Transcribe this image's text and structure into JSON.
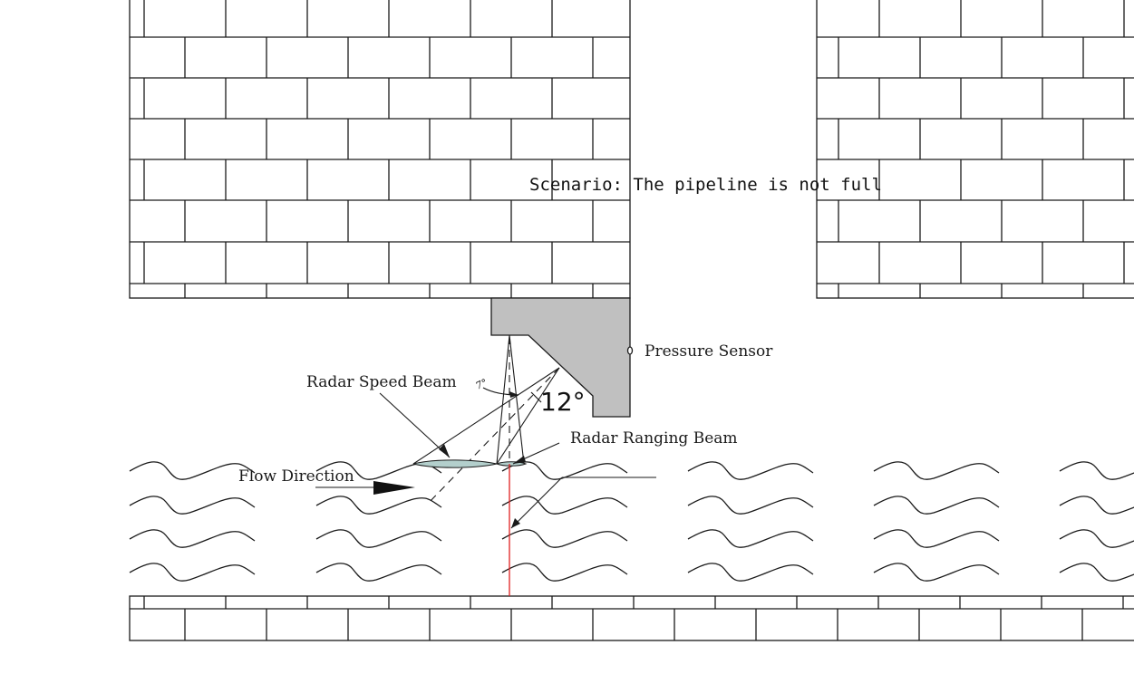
{
  "title": "Scenario: The pipeline is not full",
  "labels": {
    "pressure_sensor": "Pressure Sensor",
    "radar_speed_beam": "Radar Speed Beam",
    "radar_ranging_beam": "Radar Ranging Beam",
    "flow_direction": "Flow Direction",
    "angle_large": "12°",
    "angle_small": "7°"
  },
  "colors": {
    "line": "#1a1a1a",
    "sensor_housing": "#c0c0c0",
    "water_footprint": "#b3cfcc",
    "ranging_line": "#e02020",
    "background": "#ffffff"
  },
  "components": [
    {
      "name": "upper-left-wall",
      "type": "brick-wall"
    },
    {
      "name": "upper-right-wall",
      "type": "brick-wall"
    },
    {
      "name": "pipe-floor",
      "type": "brick-wall"
    },
    {
      "name": "sensor-housing",
      "type": "mount"
    },
    {
      "name": "pressure-sensor",
      "type": "sensor"
    },
    {
      "name": "radar-speed-beam",
      "type": "beam"
    },
    {
      "name": "radar-ranging-beam",
      "type": "beam"
    },
    {
      "name": "water-surface",
      "type": "flow"
    }
  ]
}
